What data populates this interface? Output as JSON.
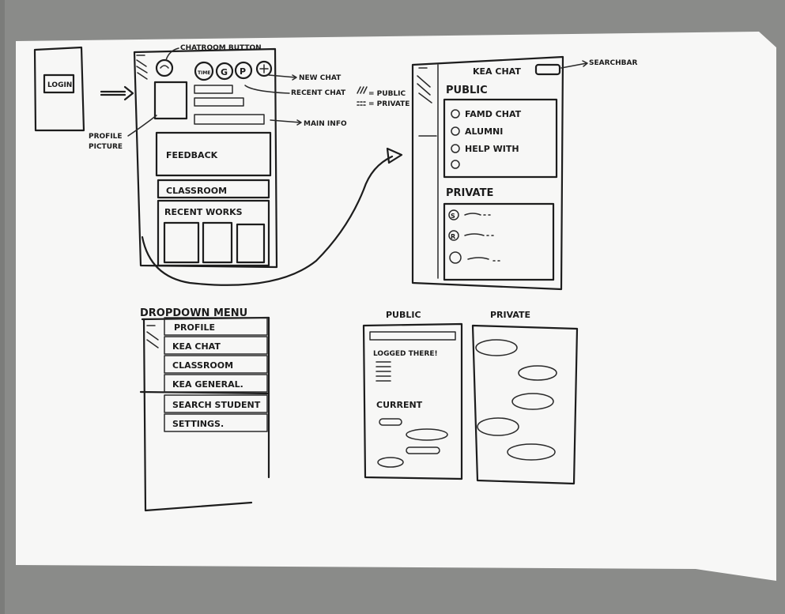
{
  "login": {
    "button_label": "LOGIN"
  },
  "home_screen": {
    "annotations": {
      "chatroom_button": "CHATROOM BUTTON",
      "new_chat": "NEW CHAT",
      "recent_chat": "RECENT CHAT",
      "public_legend": "= PUBLIC",
      "private_legend": "= PRIVATE",
      "main_info": "MAIN INFO",
      "profile_picture_line1": "PROFILE",
      "profile_picture_line2": "PICTURE"
    },
    "top_icon_text": "TIME",
    "feedback": "FEEDBACK",
    "classroom": "CLASSROOM",
    "recent_works": "RECENT WORKS"
  },
  "chat_screen": {
    "title": "KEA CHAT",
    "searchbar_annotation": "SEARCHBAR",
    "public_heading": "PUBLIC",
    "public_items": [
      "FAMD CHAT",
      "ALUMNI",
      "HELP WITH",
      ""
    ],
    "private_heading": "PRIVATE"
  },
  "dropdown_menu": {
    "title": "DROPDOWN MENU",
    "items": [
      "PROFILE",
      "KEA CHAT",
      "CLASSROOM",
      "KEA GENERAL.",
      "SEARCH STUDENT",
      "SETTINGS."
    ]
  },
  "public_chat_screen": {
    "heading": "PUBLIC",
    "logged_there": "LOGGED THERE!",
    "current": "CURRENT"
  },
  "private_chat_screen": {
    "heading": "PRIVATE"
  },
  "colors": {
    "paper": "#f7f7f6",
    "ink": "#1d1d1d",
    "background": "#7b7c7a"
  }
}
